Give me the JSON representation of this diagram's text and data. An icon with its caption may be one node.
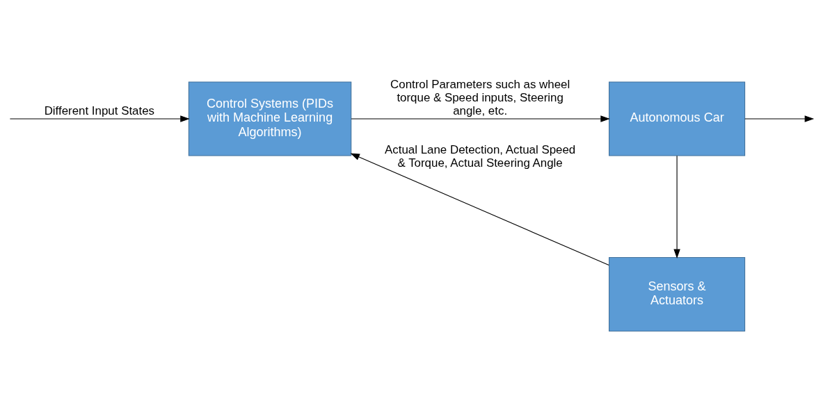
{
  "diagram": {
    "nodes": [
      {
        "text": [
          "Control Systems (PIDs with Machine Learning Algorithms)"
        ]
      },
      {
        "text": [
          "Autonomous Car"
        ]
      },
      {
        "text": [
          "Sensors & Actuators"
        ]
      }
    ],
    "edges": [
      {
        "from": null,
        "to": 0,
        "arrow": "to",
        "label": "Different Input States"
      },
      {
        "from": 0,
        "to": 1,
        "arrow": "to",
        "label": "Control Parameters such as wheel torque & Speed inputs, Steering angle, etc."
      },
      {
        "from": 1,
        "to": null,
        "arrow": "to"
      },
      {
        "from": 1,
        "to": 2,
        "arrow": "to"
      },
      {
        "from": 2,
        "to": 0,
        "arrow": "to",
        "label": "Actual Lane Detection, Actual Speed & Torque, Actual Steering Angle"
      }
    ]
  }
}
